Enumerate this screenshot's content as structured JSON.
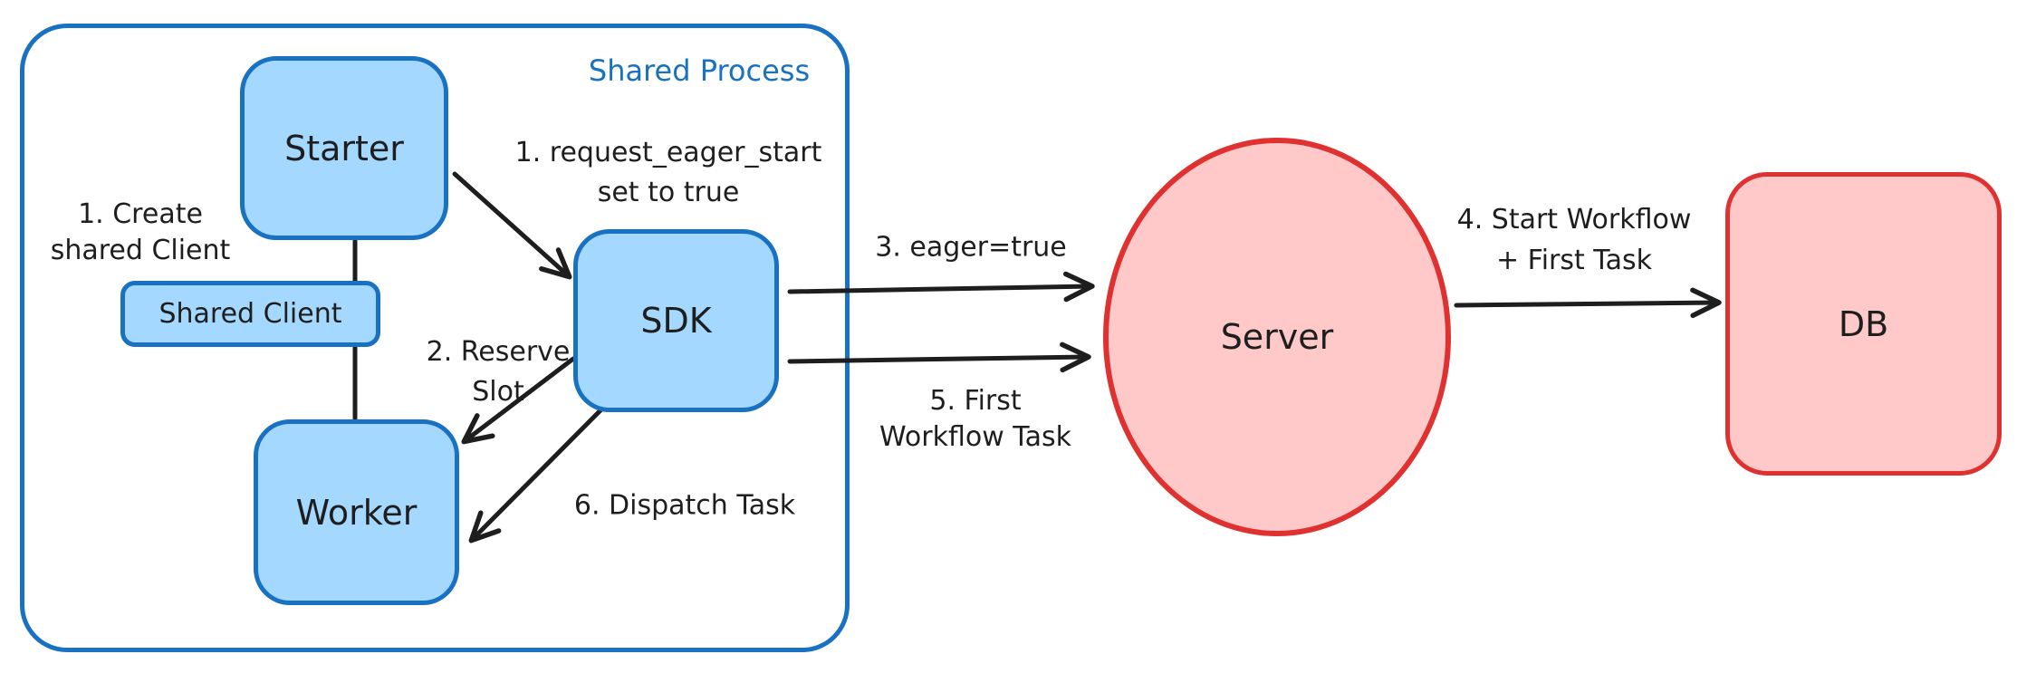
{
  "diagram": {
    "container_title": "Shared Process",
    "colors": {
      "blue_stroke": "#1971c2",
      "blue_fill": "#a5d8ff",
      "red_stroke": "#e03131",
      "red_fill": "#ffc9c9",
      "ink": "#1e1e1e",
      "background": "#ffffff"
    },
    "nodes": {
      "starter": {
        "label": "Starter"
      },
      "shared_client": {
        "label": "Shared Client"
      },
      "worker": {
        "label": "Worker"
      },
      "sdk": {
        "label": "SDK"
      },
      "server": {
        "label": "Server"
      },
      "db": {
        "label": "DB"
      }
    },
    "annotations": {
      "create_shared_client": {
        "line1": "1. Create",
        "line2": "shared Client"
      },
      "request_eager_start": {
        "line1": "1. request_eager_start",
        "line2": "set to true"
      },
      "reserve_slot": {
        "line1": "2. Reserve",
        "line2": "Slot"
      },
      "dispatch_task": {
        "label": "6. Dispatch Task"
      },
      "eager_true": {
        "label": "3. eager=true"
      },
      "first_workflow_task": {
        "line1": "5. First",
        "line2": "Workflow Task"
      },
      "start_workflow": {
        "line1": "4. Start Workflow",
        "line2": "+ First Task"
      }
    }
  }
}
